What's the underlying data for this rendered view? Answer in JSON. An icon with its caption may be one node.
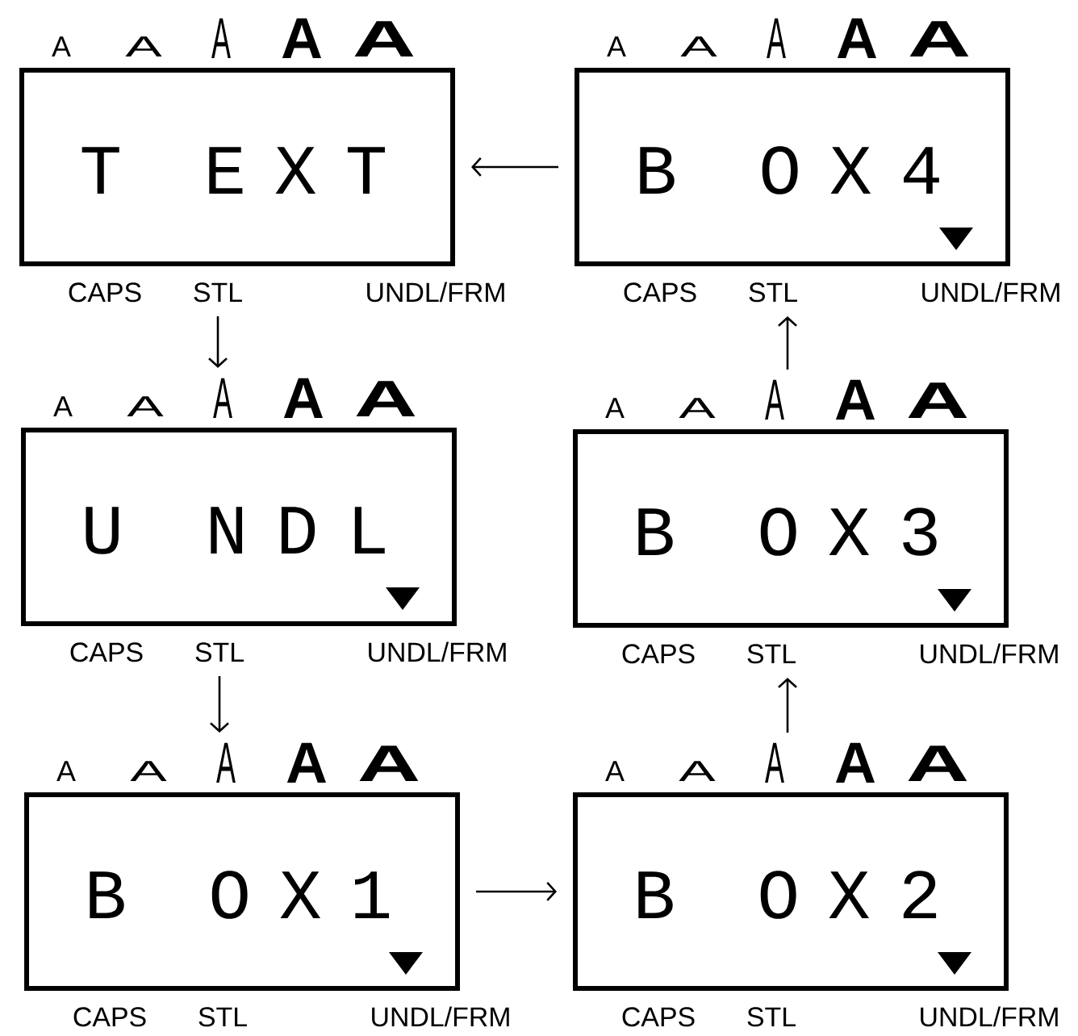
{
  "diagram": {
    "nodes": [
      {
        "text": [
          "T",
          "E X T"
        ],
        "beside": [
          "A",
          "A",
          "A",
          "A",
          "A",
          "CAPS",
          "STL",
          "UNDL/FRM"
        ]
      },
      {
        "text": [
          "B",
          "O X 4"
        ],
        "beside": [
          "A",
          "A",
          "A",
          "A",
          "A",
          "CAPS",
          "STL",
          "UNDL/FRM"
        ]
      },
      {
        "text": [
          "U",
          "N D L"
        ],
        "beside": [
          "A",
          "A",
          "A",
          "A",
          "A",
          "CAPS",
          "STL",
          "UNDL/FRM"
        ]
      },
      {
        "text": [
          "B",
          "O X 3"
        ],
        "beside": [
          "A",
          "A",
          "A",
          "A",
          "A",
          "CAPS",
          "STL",
          "UNDL/FRM"
        ]
      },
      {
        "text": [
          "B",
          "O X 1"
        ],
        "beside": [
          "A",
          "A",
          "A",
          "A",
          "A",
          "CAPS",
          "STL",
          "UNDL/FRM"
        ]
      },
      {
        "text": [
          "B",
          "O X 2"
        ],
        "beside": [
          "A",
          "A",
          "A",
          "A",
          "A",
          "CAPS",
          "STL",
          "UNDL/FRM"
        ]
      }
    ],
    "edges": [
      {
        "from": 1,
        "to": 0,
        "arrow": "to"
      },
      {
        "from": 0,
        "to": 2,
        "arrow": "to"
      },
      {
        "from": 3,
        "to": 1,
        "arrow": "to"
      },
      {
        "from": 2,
        "to": 4,
        "arrow": "to"
      },
      {
        "from": 5,
        "to": 3,
        "arrow": "to"
      },
      {
        "from": 4,
        "to": 5,
        "arrow": "to"
      }
    ]
  }
}
